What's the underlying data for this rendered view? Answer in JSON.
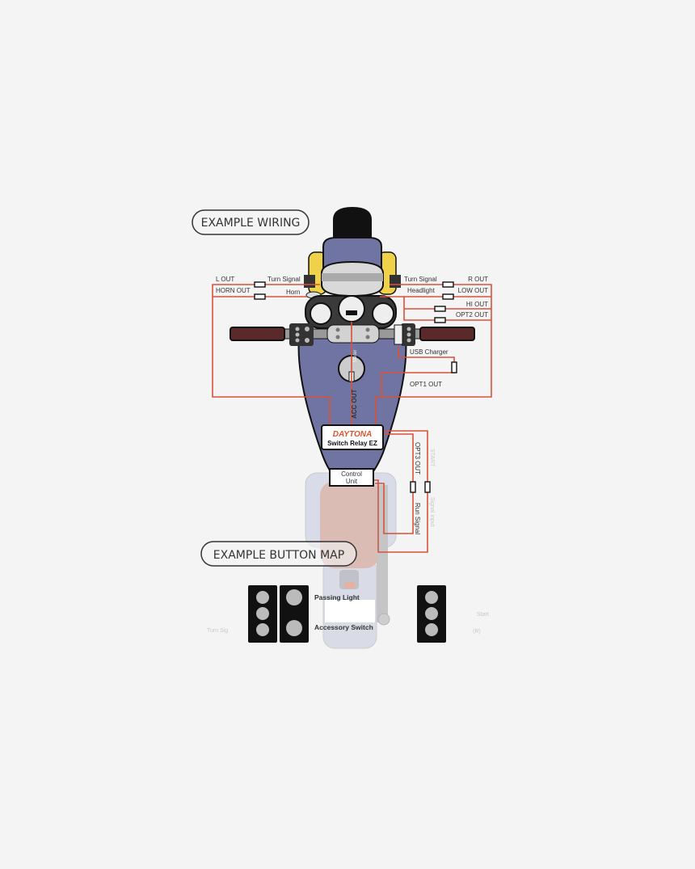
{
  "titles": {
    "wiring": "EXAMPLE WIRING",
    "button_map": "EXAMPLE BUTTON MAP"
  },
  "left_labels": {
    "l_out": "L OUT",
    "horn_out": "HORN OUT",
    "turn_signal": "Turn Signal",
    "horn": "Horn"
  },
  "right_labels": {
    "turn_signal": "Turn Signal",
    "r_out": "R OUT",
    "headlight": "Headlight",
    "low_out": "LOW OUT",
    "hi_out": "HI OUT",
    "opt2_out": "OPT2 OUT",
    "usb_charger": "USB Charger",
    "opt1_out": "OPT1 OUT"
  },
  "center_labels": {
    "acc_out": "ACC OUT",
    "brand": "DAYTONA",
    "relay": "Switch Relay EZ",
    "control_unit_1": "Control",
    "control_unit_2": "Unit",
    "ignition": "Meter"
  },
  "rear_labels": {
    "opt3_out": "OPT3 OUT",
    "run_signal": "Run Signal",
    "start": "START",
    "signal_input": "Signal input"
  },
  "button_map": {
    "passing_light": "Passing Light",
    "accessory_switch": "Accessory Switch",
    "start": "Start",
    "right": "(R)",
    "left": "Turn Sig"
  },
  "colors": {
    "wire": "#d9513a",
    "body": "#6f74a3",
    "tank_yellow": "#efd14a",
    "brand": "#e0552f"
  }
}
